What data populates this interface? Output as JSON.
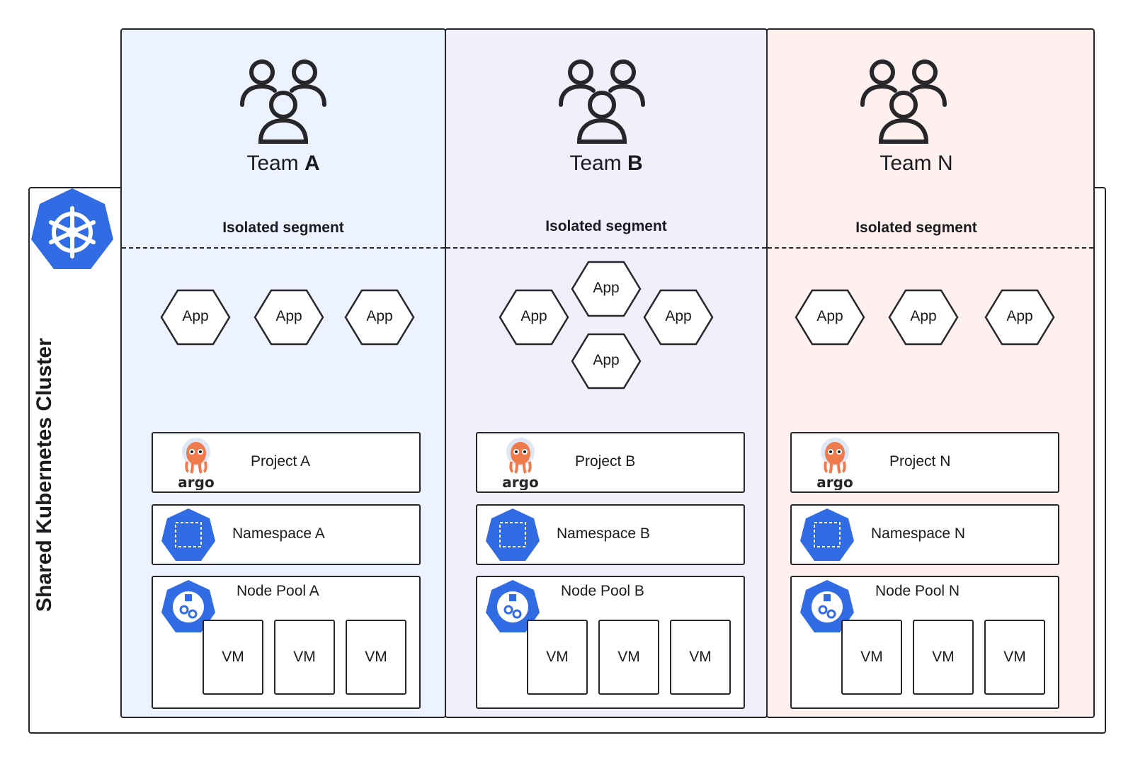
{
  "cluster": {
    "title": "Shared Kubernetes Cluster"
  },
  "colors": {
    "team_a_bg": "#ecf3fe",
    "team_b_bg": "#f0f0fc",
    "team_n_bg": "#fdf0ef",
    "k8s_blue": "#326ce5",
    "argo_orange": "#ef7b4d",
    "line": "#26262b"
  },
  "teams": [
    {
      "label_prefix": "Team ",
      "label_suffix": "A",
      "segment_title": "Isolated segment",
      "apps": [
        "App",
        "App",
        "App"
      ],
      "project": "Project A",
      "argo_word": "argo",
      "namespace": "Namespace A",
      "node_pool": "Node Pool A",
      "vms": [
        "VM",
        "VM",
        "VM"
      ]
    },
    {
      "label_prefix": "Team ",
      "label_suffix": "B",
      "segment_title": "Isolated segment",
      "apps": [
        "App",
        "App",
        "App",
        "App"
      ],
      "project": "Project B",
      "argo_word": "argo",
      "namespace": "Namespace B",
      "node_pool": "Node Pool B",
      "vms": [
        "VM",
        "VM",
        "VM"
      ]
    },
    {
      "label_prefix": "Team ",
      "label_suffix": "N",
      "segment_title": "Isolated segment",
      "apps": [
        "App",
        "App",
        "App"
      ],
      "project": "Project N",
      "argo_word": "argo",
      "namespace": "Namespace N",
      "node_pool": "Node Pool N",
      "vms": [
        "VM",
        "VM",
        "VM"
      ]
    }
  ]
}
